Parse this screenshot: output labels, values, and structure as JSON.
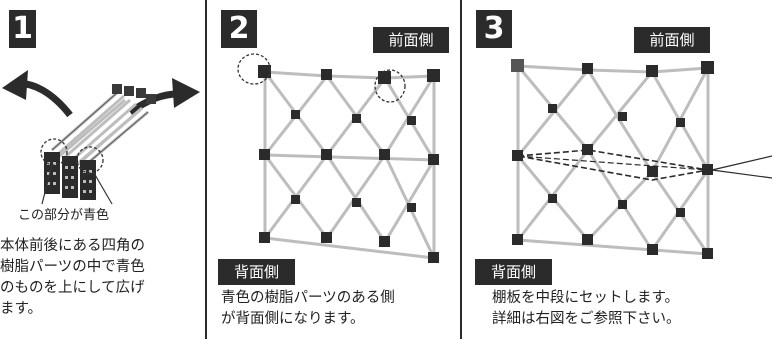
{
  "panel1": {
    "step": "1",
    "callout": "この部分が青色",
    "desc_lines": [
      "本体前後にある四角の",
      "樹脂パーツの中で青色",
      "のものを上にして広げ",
      "ます。"
    ]
  },
  "panel2": {
    "step": "2",
    "front_label": "前面側",
    "back_label": "背面側",
    "desc_lines": [
      "青色の樹脂パーツのある側",
      "が背面側になります。"
    ]
  },
  "panel3": {
    "step": "3",
    "front_label": "前面側",
    "back_label": "背面側",
    "desc_lines": [
      "棚板を中段にセットします。",
      "詳細は右図をご参照下さい。"
    ]
  }
}
